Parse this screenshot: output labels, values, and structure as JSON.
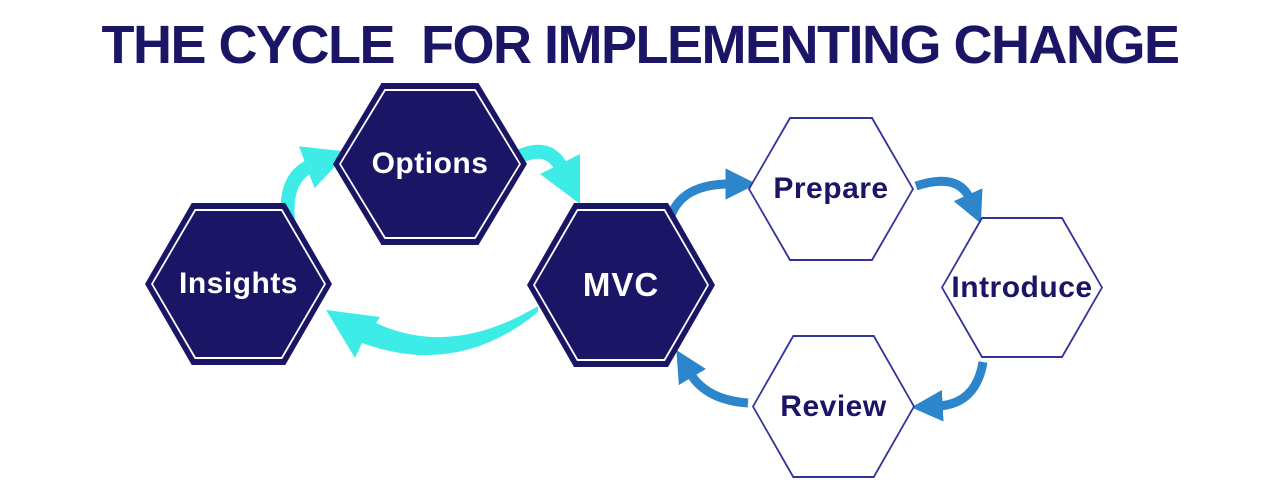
{
  "title": "THE CYCLE  FOR IMPLEMENTING CHANGE",
  "colors": {
    "navy": "#1b1566",
    "hex_outline": "#32329c",
    "cyan_arrow": "#3eece7",
    "blue_arrow": "#2d86cb",
    "background": "#ffffff",
    "label_light": "#ffffff"
  },
  "hexagons": [
    {
      "label": "Options",
      "style": "filled-navy"
    },
    {
      "label": "Insights",
      "style": "filled-navy"
    },
    {
      "label": "MVC",
      "style": "filled-navy"
    },
    {
      "label": "Prepare",
      "style": "white-outlined"
    },
    {
      "label": "Introduce",
      "style": "white-outlined"
    },
    {
      "label": "Review",
      "style": "white-outlined"
    }
  ],
  "arrows": [
    {
      "name": "insights-to-options",
      "from": "Insights",
      "to": "Options",
      "color": "#3eece7"
    },
    {
      "name": "options-to-mvc",
      "from": "Options",
      "to": "MVC",
      "color": "#3eece7"
    },
    {
      "name": "mvc-to-insights",
      "from": "MVC",
      "to": "Insights",
      "color": "#3eece7"
    },
    {
      "name": "mvc-to-prepare",
      "from": "MVC",
      "to": "Prepare",
      "color": "#2d86cb"
    },
    {
      "name": "prepare-to-introduce",
      "from": "Prepare",
      "to": "Introduce",
      "color": "#2d86cb"
    },
    {
      "name": "introduce-to-review",
      "from": "Introduce",
      "to": "Review",
      "color": "#2d86cb"
    },
    {
      "name": "review-to-mvc",
      "from": "Review",
      "to": "MVC",
      "color": "#2d86cb"
    }
  ]
}
